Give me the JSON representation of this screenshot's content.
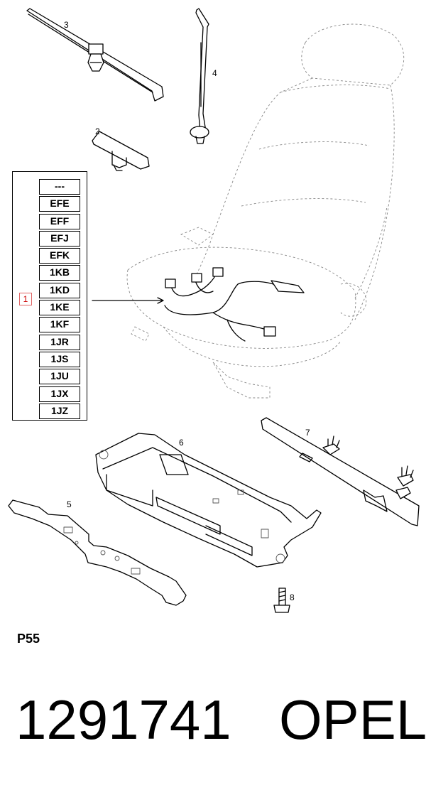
{
  "callouts": {
    "c1": "1",
    "c2": "2",
    "c3": "3",
    "c4": "4",
    "c5": "5",
    "c6": "6",
    "c7": "7",
    "c8": "8"
  },
  "option_codes": [
    "---",
    "EFE",
    "EFF",
    "EFJ",
    "EFK",
    "1KB",
    "1KD",
    "1KE",
    "1KF",
    "1JR",
    "1JS",
    "1JU",
    "1JX",
    "1JZ"
  ],
  "figure_label": "P55",
  "part_number": "1291741",
  "brand": "OPEL",
  "colors": {
    "line": "#000000",
    "callout_box": "#e06666",
    "background": "#ffffff"
  }
}
